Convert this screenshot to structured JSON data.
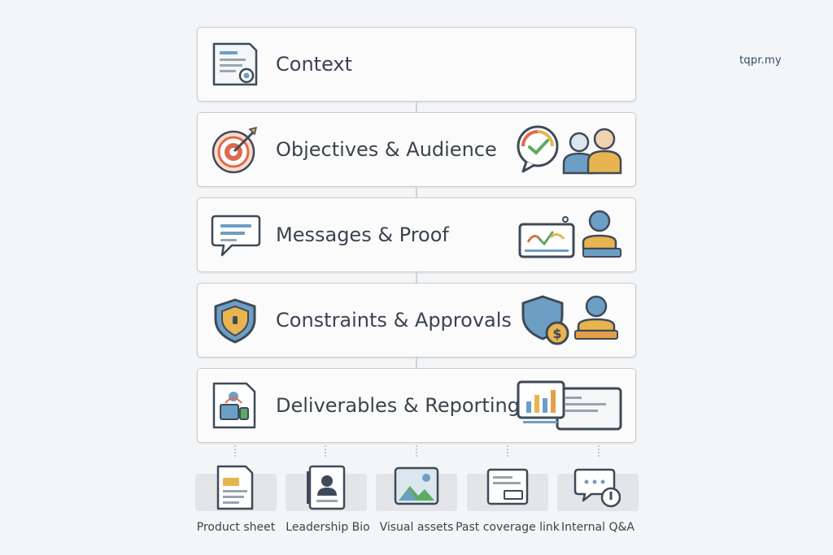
{
  "watermark": "tqpr.my",
  "sections": [
    {
      "label": "Context"
    },
    {
      "label": "Objectives & Audience"
    },
    {
      "label": "Messages & Proof"
    },
    {
      "label": "Constraints & Approvals"
    },
    {
      "label": "Deliverables & Reporting"
    }
  ],
  "resources": [
    {
      "label": "Product sheet"
    },
    {
      "label": "Leadership Bio"
    },
    {
      "label": "Visual assets"
    },
    {
      "label": "Past coverage link"
    },
    {
      "label": "Internal Q&A"
    }
  ],
  "colors": {
    "outline": "#3f4a58",
    "blue": "#6d9ec4",
    "orange": "#e3a04a",
    "red": "#e06a4f",
    "green": "#5cab62",
    "gold": "#e7b44f"
  }
}
